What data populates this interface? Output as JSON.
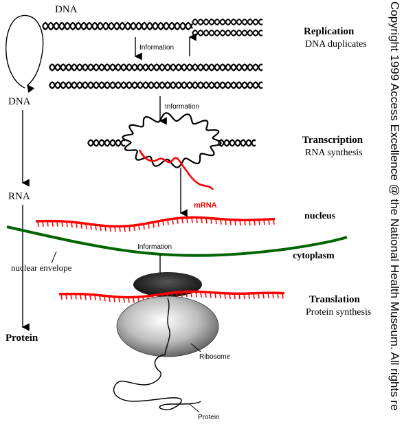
{
  "left_flow": {
    "dna": "DNA",
    "rna": "RNA",
    "protein": "Protein"
  },
  "top_label": "DNA",
  "info_labels": {
    "replication": "Information",
    "transcription": "Information",
    "translation": "Information"
  },
  "stages": {
    "replication": {
      "title": "Replication",
      "subtitle": "DNA duplicates"
    },
    "transcription": {
      "title": "Transcription",
      "subtitle": "RNA synthesis"
    },
    "translation": {
      "title": "Translation",
      "subtitle": "Protein synthesis"
    }
  },
  "compartments": {
    "nucleus": "nucleus",
    "cytoplasm": "cytoplasm",
    "envelope": "nuclear envelope"
  },
  "labels": {
    "mrna": "mRNA",
    "ribosome": "Ribosome",
    "protein": "Protein"
  },
  "copyright": "Copyright 1999 Access Excellence @ the National Health Museum. All rights re",
  "colors": {
    "mrna": "#ff0000",
    "envelope": "#006400",
    "dna": "#000000"
  }
}
